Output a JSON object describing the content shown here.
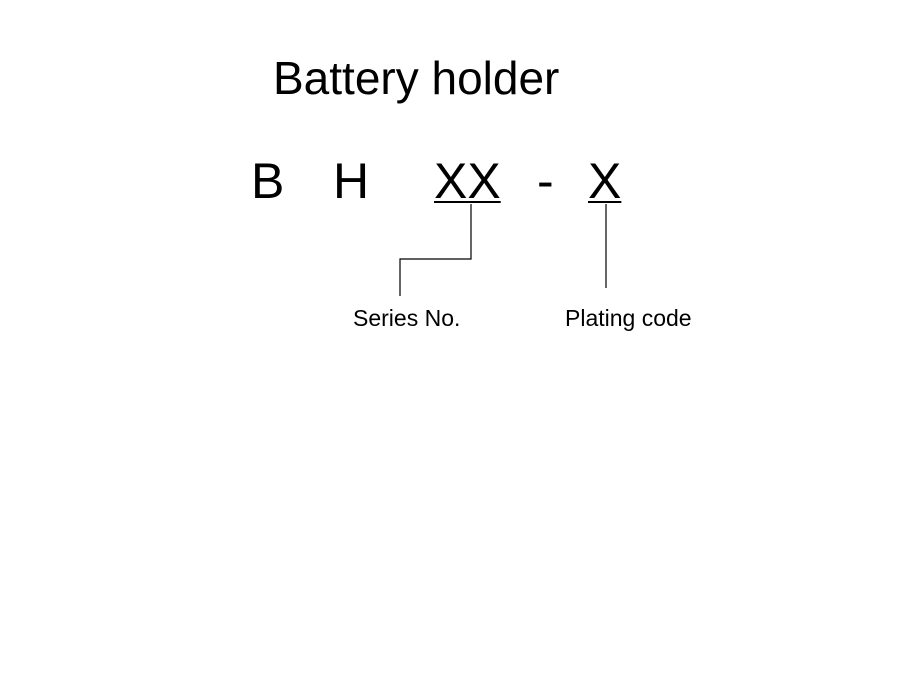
{
  "title": "Battery holder",
  "code": {
    "part1": "B",
    "part2": "H",
    "series_placeholder": "XX",
    "separator": "-",
    "plating_placeholder": "X"
  },
  "labels": {
    "series": "Series No.",
    "plating": "Plating code"
  }
}
